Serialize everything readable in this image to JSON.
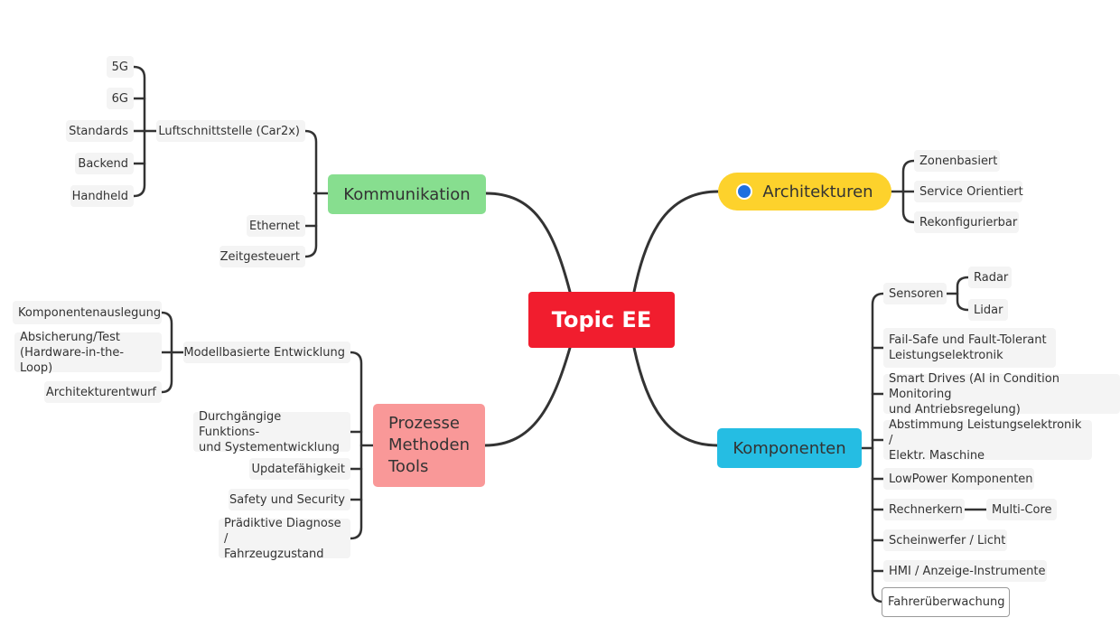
{
  "colors": {
    "root": "#f11d2e",
    "kommunikation": "#87de8f",
    "architekturen": "#fdd22c",
    "prozesse": "#f99898",
    "komponenten": "#25bde3",
    "line": "#333333",
    "dot": "#1e6fe0"
  },
  "root": {
    "label": "Topic EE"
  },
  "kommunikation": {
    "label": "Kommunikation",
    "luft": {
      "label": "Luftschnittstelle (Car2x)",
      "items": [
        "5G",
        "6G",
        "Standards",
        "Backend",
        "Handheld"
      ]
    },
    "ethernet": "Ethernet",
    "zeit": "Zeitgesteuert"
  },
  "architekturen": {
    "label": "Architekturen",
    "icon": "blue-dot-icon",
    "items": [
      "Zonenbasiert",
      "Service Orientiert",
      "Rekonfigurierbar"
    ]
  },
  "prozesse": {
    "label": "Prozesse\nMethoden\nTools",
    "modell": {
      "label": "Modellbasierte Entwicklung",
      "items": [
        "Komponentenauslegung",
        "Absicherung/Test\n(Hardware-in-the-Loop)",
        "Architekturentwurf"
      ]
    },
    "items": [
      "Durchgängige Funktions-\nund Systementwicklung",
      "Updatefähigkeit",
      "Safety und Security",
      "Prädiktive Diagnose /\nFahrzeugzustand"
    ]
  },
  "komponenten": {
    "label": "Komponenten",
    "sensoren": {
      "label": "Sensoren",
      "items": [
        "Radar",
        "Lidar"
      ]
    },
    "items": [
      "Fail-Safe und Fault-Tolerant\nLeistungselektronik",
      "Smart Drives (AI in Condition Monitoring\nund Antriebsregelung)",
      "Abstimmung Leistungselektronik /\nElektr. Maschine",
      "LowPower Komponenten"
    ],
    "rechner": {
      "label": "Rechnerkern",
      "child": "Multi-Core"
    },
    "tail": [
      "Scheinwerfer / Licht",
      "HMI / Anzeige-Instrumente",
      "Fahrerüberwachung"
    ]
  }
}
